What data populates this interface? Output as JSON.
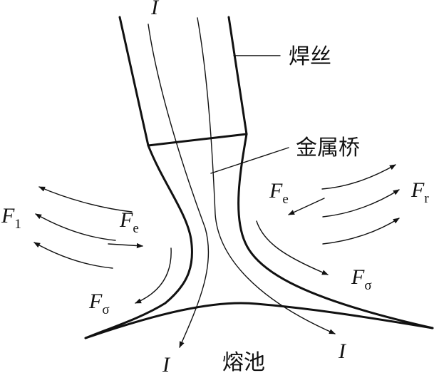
{
  "labels": {
    "wire": "焊丝",
    "bridge": "金属桥",
    "pool": "熔池",
    "current": "I",
    "force_1": {
      "base": "F",
      "sub": "1"
    },
    "force_e": {
      "base": "F",
      "sub": "e"
    },
    "force_r": {
      "base": "F",
      "sub": "r"
    },
    "force_sigma": {
      "base": "F",
      "sub": "σ"
    }
  },
  "colors": {
    "line": "#111111",
    "background": "#ffffff"
  }
}
